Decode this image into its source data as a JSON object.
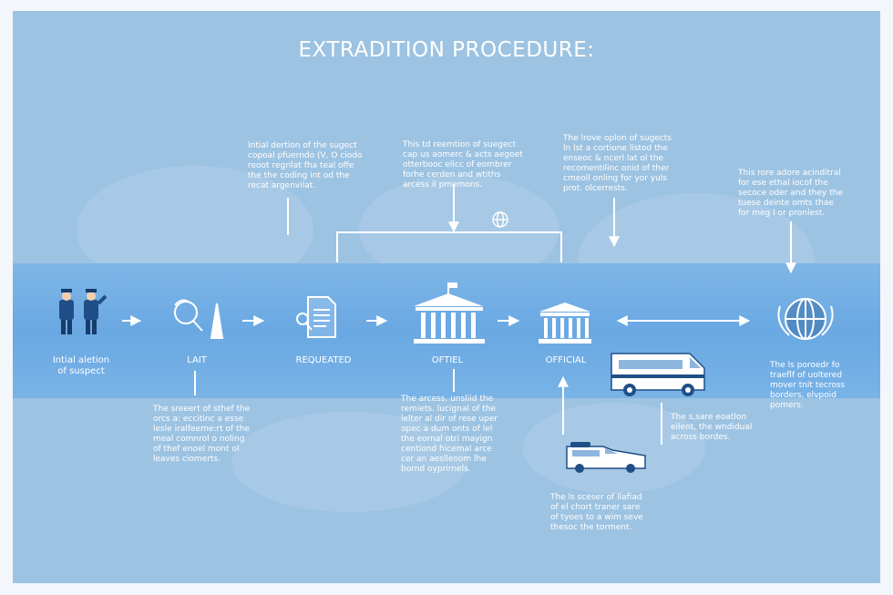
{
  "title": "EXTRADITION PROCEDURE:",
  "steps": [
    {
      "label": "Intial aletion\nof suspect",
      "icon": "police-officers-icon"
    },
    {
      "label": "LAIT",
      "icon": "investigation-tools-icon"
    },
    {
      "label": "REQUEATED",
      "icon": "request-document-icon"
    },
    {
      "label": "OFTIEL",
      "icon": "courthouse-icon"
    },
    {
      "label": "OFFICIAL",
      "icon": "government-building-icon"
    },
    {
      "label": "",
      "icon": "world-emblem-icon"
    }
  ],
  "top_notes": [
    "Intial dertion of the sugect\ncopoal pfuerndo (V, O ciodo\nreoot regrilat fha teal offe\nthe the coding int od the\nrecat argenvilat.",
    "This td reemtion of suegect\ncap us aomerc & acts aegoet\notterbooc elicc of eombrer\nforhe cerden and wtiths\narcess il pmemons.",
    "The lrove oplon of sugects\nln lst a cortione listod the\nenseoc & ncerl lat ol the\nrecomentilinc onid of ther\ncmeoll onling for yor yuls\nprot. olcerrests.",
    "This rore adore acinditral\nfor ese ethal iocof the\nsecoce oder and they the\ntuese deinte omts thae\nfor meg l or pronlest."
  ],
  "bottom_notes": [
    "The sreeert of sthef the\norcs a: eccitinc a esse\nlesle iralfeeme:rt of the\nmeal comnrol o noling\nof thef enoel mont ol\nleaves ciomerts.",
    "The arcess. unsliid the\nremiets. lucignal of the\nlelter al dir of rese uper\nopec a dum onts of lel\nthe eornal otri mayign\ncentiond hicemal arce\ncer an aeslleoom lhe\nbornd oyprirnels.",
    "The s,sare eoatlon\neilent, the wndidual\nacross bordes.",
    "The ls poroedr fo\ntraeflf of uoltered\nmover tnit tecross\nborders, elvpoid\npomers."
  ],
  "vehicle_note": "The ls sceser of llafiad\nof el chort traner sare\nof tyoes to a wim seve\nthesoc the torment.",
  "colors": {
    "background": "#9dc3e2",
    "band": "#6aa8e3",
    "navy": "#1f4f86",
    "white": "#ffffff"
  }
}
